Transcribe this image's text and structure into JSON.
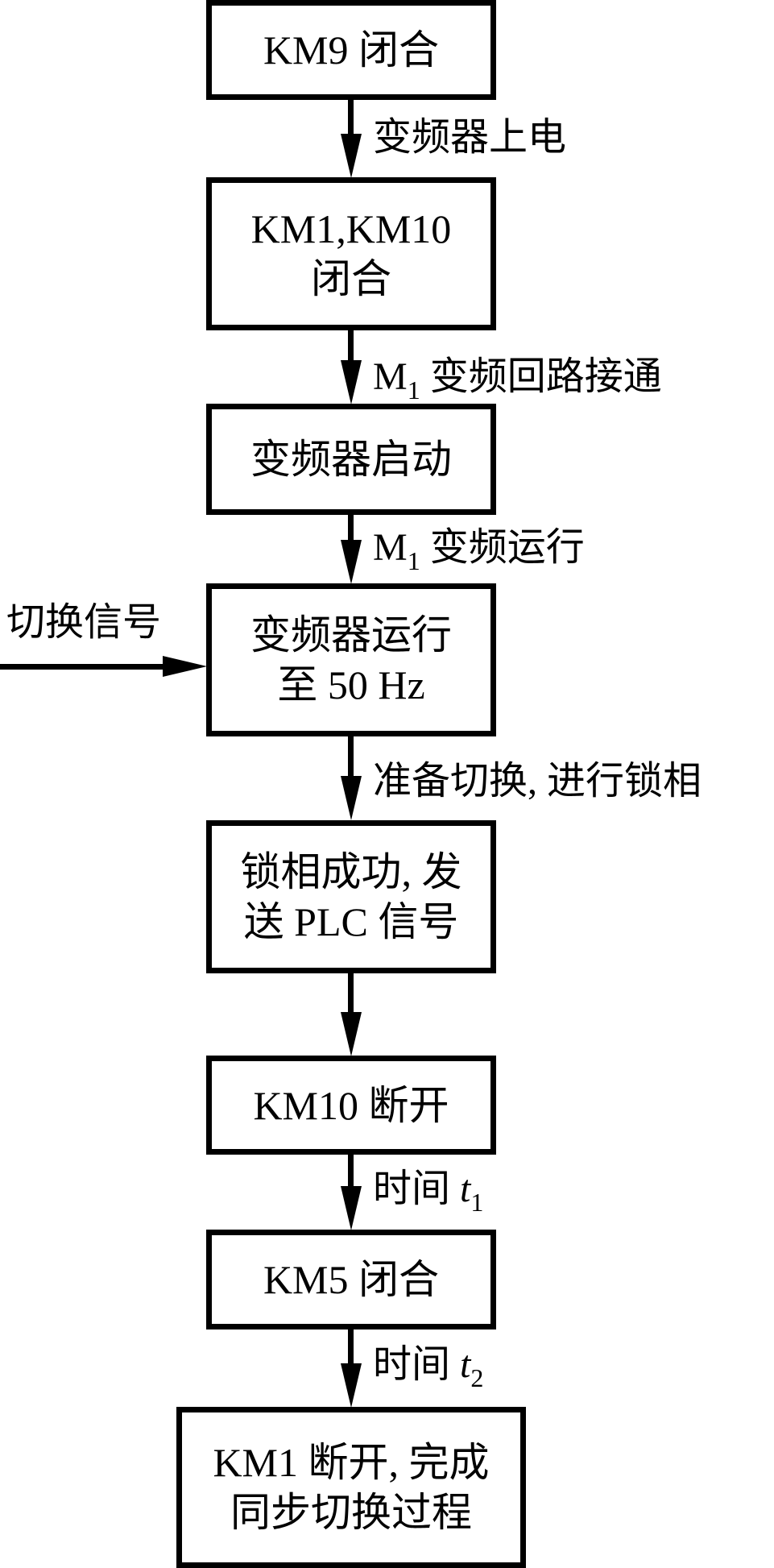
{
  "diagram": {
    "type": "flowchart",
    "steps": [
      {
        "id": "s1",
        "lines": [
          "KM9 闭合"
        ]
      },
      {
        "id": "s2",
        "lines": [
          "KM1,KM10",
          "闭合"
        ]
      },
      {
        "id": "s3",
        "lines": [
          "变频器启动"
        ]
      },
      {
        "id": "s4",
        "lines": [
          "变频器运行",
          "至 50 Hz"
        ]
      },
      {
        "id": "s5",
        "lines": [
          "锁相成功, 发",
          "送 PLC 信号"
        ]
      },
      {
        "id": "s6",
        "lines": [
          "KM10 断开"
        ]
      },
      {
        "id": "s7",
        "lines": [
          "KM5 闭合"
        ]
      },
      {
        "id": "s8",
        "lines": [
          "KM1 断开, 完成",
          "同步切换过程"
        ]
      }
    ],
    "edges": [
      {
        "from": "s1",
        "to": "s2",
        "label": "变频器上电"
      },
      {
        "from": "s2",
        "to": "s3",
        "label_main": "M",
        "label_sub": "1",
        "label_rest": " 变频回路接通"
      },
      {
        "from": "s3",
        "to": "s4",
        "label_main": "M",
        "label_sub": "1",
        "label_rest": " 变频运行"
      },
      {
        "from": "s4",
        "to": "s5",
        "label": "准备切换, 进行锁相"
      },
      {
        "from": "s5",
        "to": "s6",
        "label": ""
      },
      {
        "from": "s6",
        "to": "s7",
        "label_prefix": "时间 ",
        "label_var": "t",
        "label_sub": "1"
      },
      {
        "from": "s7",
        "to": "s8",
        "label_prefix": "时间 ",
        "label_var": "t",
        "label_sub": "2"
      }
    ],
    "external_input": {
      "to": "s4",
      "label": "切换信号"
    }
  }
}
